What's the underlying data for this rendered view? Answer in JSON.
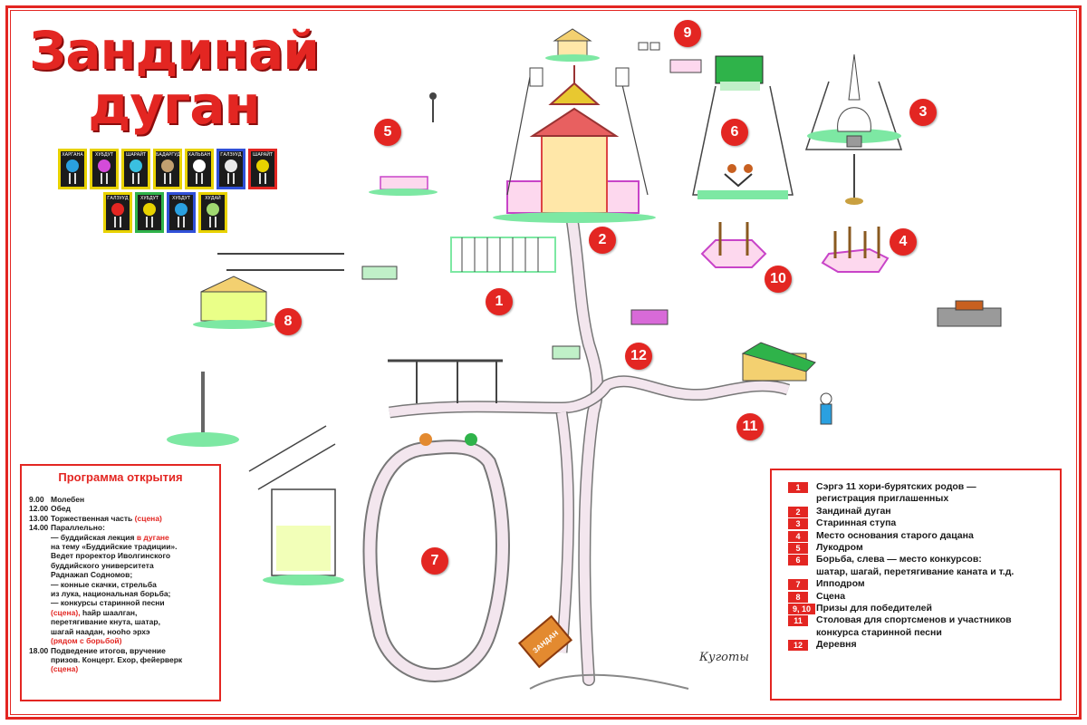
{
  "title": {
    "line1": "Зандинай",
    "line2": "дуган"
  },
  "colors": {
    "accent": "#e32622",
    "road": "#f3e6ee",
    "grass": "#7de8a3"
  },
  "clans": [
    {
      "name": "ХАРГАНА",
      "border": "#e8d200",
      "emblem": "#2aa0e0"
    },
    {
      "name": "ХУБДУТ",
      "border": "#e8d200",
      "emblem": "#d44bd9"
    },
    {
      "name": "ШАРАЙТ",
      "border": "#e8d200",
      "emblem": "#3ac0e0"
    },
    {
      "name": "БАДАРГУД",
      "border": "#e8d200",
      "emblem": "#c2a070"
    },
    {
      "name": "ХАЛЬБАН",
      "border": "#e8d200",
      "emblem": "#ffffff"
    },
    {
      "name": "ГАЛЗУУД",
      "border": "#3050d8",
      "emblem": "#e8e8e8"
    },
    {
      "name": "ШАРАЙТ",
      "border": "#e32622",
      "emblem": "#e8d200"
    },
    {
      "name": "ГАЛЗУУД",
      "border": "#e8d200",
      "emblem": "#e32622"
    },
    {
      "name": "ХУБДУТ",
      "border": "#2fb34a",
      "emblem": "#e8d200"
    },
    {
      "name": "ХУБДУТ",
      "border": "#3050d8",
      "emblem": "#2aa0e0"
    },
    {
      "name": "ХУДАЙ",
      "border": "#e8d200",
      "emblem": "#a0d870"
    }
  ],
  "markers": [
    "1",
    "2",
    "3",
    "4",
    "5",
    "6",
    "7",
    "8",
    "9",
    "10",
    "11",
    "12"
  ],
  "gate_sign": "ЗАНДАН",
  "signature": "Куготы",
  "program": {
    "title": "Программа открытия",
    "rows": [
      {
        "time": "9.00",
        "text": "Молебен"
      },
      {
        "time": "12.00",
        "text": "Обед"
      },
      {
        "time": "13.00",
        "text": "Торжественная часть",
        "note": "(сцена)"
      },
      {
        "time": "14.00",
        "text": "Параллельно:"
      }
    ],
    "p1": "— буддийская лекция",
    "p1_red": "в дугане",
    "p2": "на тему «Буддийские традиции».",
    "p3": "Ведет проректор Иволгинского",
    "p4": "буддийского университета",
    "p5": "Раднажап Содномов;",
    "p6": "— конные скачки, стрельба",
    "p7": "из лука, национальная борьба;",
    "p8": "— конкурсы старинной песни",
    "p9_red": "(сцена),",
    "p9": "һайр шаалган,",
    "p10": "перетягивание кнута, шатар,",
    "p11": "шагай наадан, нооһо эрхэ",
    "p12_red": "(рядом с борьбой)",
    "final_time": "18.00",
    "final1": "Подведение итогов, вручение",
    "final2": "призов. Концерт. Ехор, фейерверк",
    "final3_red": "(сцена)"
  },
  "legend": [
    {
      "num": "1",
      "text": "Сэргэ 11 хори-бурятских родов —",
      "cont": "регистрация приглашенных"
    },
    {
      "num": "2",
      "text": "Зандинай дуган"
    },
    {
      "num": "3",
      "text": "Старинная ступа"
    },
    {
      "num": "4",
      "text": "Место основания старого дацана"
    },
    {
      "num": "5",
      "text": "Лукодром"
    },
    {
      "num": "6",
      "text": "Борьба, слева — место конкурсов:",
      "cont": "шатар, шагай, перетягивание каната и т.д."
    },
    {
      "num": "7",
      "text": "Ипподром"
    },
    {
      "num": "8",
      "text": "Сцена"
    },
    {
      "num": "9, 10",
      "text": "Призы для победителей"
    },
    {
      "num": "11",
      "text": "Столовая для спортсменов и участников",
      "cont": "конкурса старинной песни"
    },
    {
      "num": "12",
      "text": "Деревня"
    }
  ]
}
